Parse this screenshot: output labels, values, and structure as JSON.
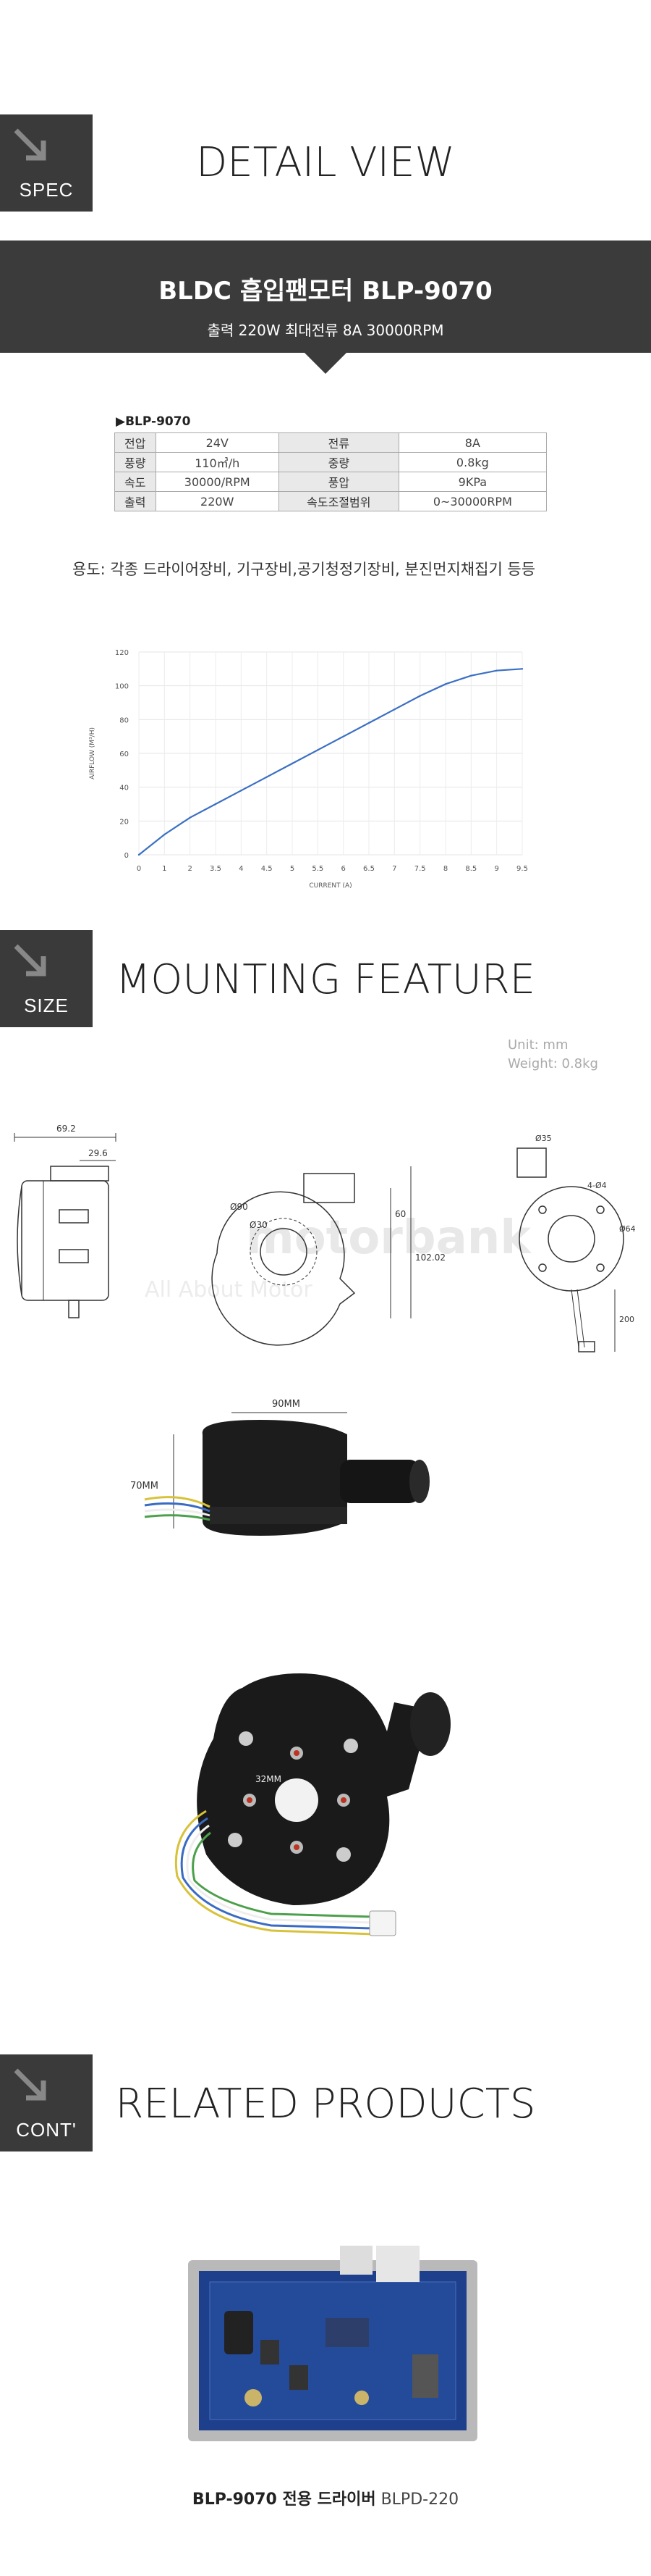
{
  "sections": {
    "spec": {
      "badge": "SPEC",
      "title": "DETAIL VIEW"
    },
    "size": {
      "badge": "SIZE",
      "title": "MOUNTING FEATURE"
    },
    "cont": {
      "badge": "CONT'",
      "title": "RELATED PRODUCTS"
    }
  },
  "banner": {
    "title": "BLDC 흡입팬모터 BLP-9070",
    "subtitle": "출력 220W 최대전류 8A  30000RPM"
  },
  "spec_table": {
    "name": "▶BLP-9070",
    "rows": [
      [
        "전압",
        "24V",
        "전류",
        "8A"
      ],
      [
        "풍량",
        "110㎥/h",
        "중량",
        "0.8kg"
      ],
      [
        "속도",
        "30000/RPM",
        "풍압",
        "9KPa"
      ],
      [
        "출력",
        "220W",
        "속도조절범위",
        "0~30000RPM"
      ]
    ]
  },
  "usage": "용도: 각종 드라이어장비, 기구장비,공기청정기장비, 분진먼지채집기 등등",
  "chart_data": {
    "type": "line",
    "xlabel": "CURRENT (A)",
    "ylabel": "AIRFLOW (M³/H)",
    "x_ticks": [
      "0",
      "1",
      "2",
      "3.5",
      "4",
      "4.5",
      "5",
      "5.5",
      "6",
      "6.5",
      "7",
      "7.5",
      "8",
      "8.5",
      "9",
      "9.5"
    ],
    "y_ticks": [
      "0",
      "20",
      "40",
      "60",
      "80",
      "100",
      "120"
    ],
    "ylim": [
      0,
      120
    ],
    "grid": true,
    "color": "#3b6fc4",
    "series": [
      {
        "values": [
          0,
          12,
          22,
          30,
          38,
          46,
          54,
          62,
          70,
          78,
          86,
          94,
          101,
          106,
          109,
          110
        ]
      }
    ]
  },
  "mounting": {
    "unit": "Unit: mm",
    "weight": "Weight: 0.8kg",
    "dims": {
      "overall_width": "69.2",
      "side_width": "29.6",
      "dia_90": "Ø90",
      "dia_30": "Ø30",
      "height_60": "60",
      "height_102": "102.02",
      "dia_35": "Ø35",
      "hole": "4-Ø4",
      "hole_pos": "Ø64",
      "lead": "200",
      "photo_width": "90MM",
      "photo_height": "70MM",
      "hole_spacing": "32MM"
    },
    "watermark": "motorbank",
    "watermark_sub": "All About Motor"
  },
  "related": {
    "caption_bold": "BLP-9070 전용 드라이버",
    "caption_light": "BLPD-220"
  },
  "colors": {
    "dark": "#3b3b3b",
    "badge": "#3a3a3a",
    "line": "#3b6fc4"
  }
}
